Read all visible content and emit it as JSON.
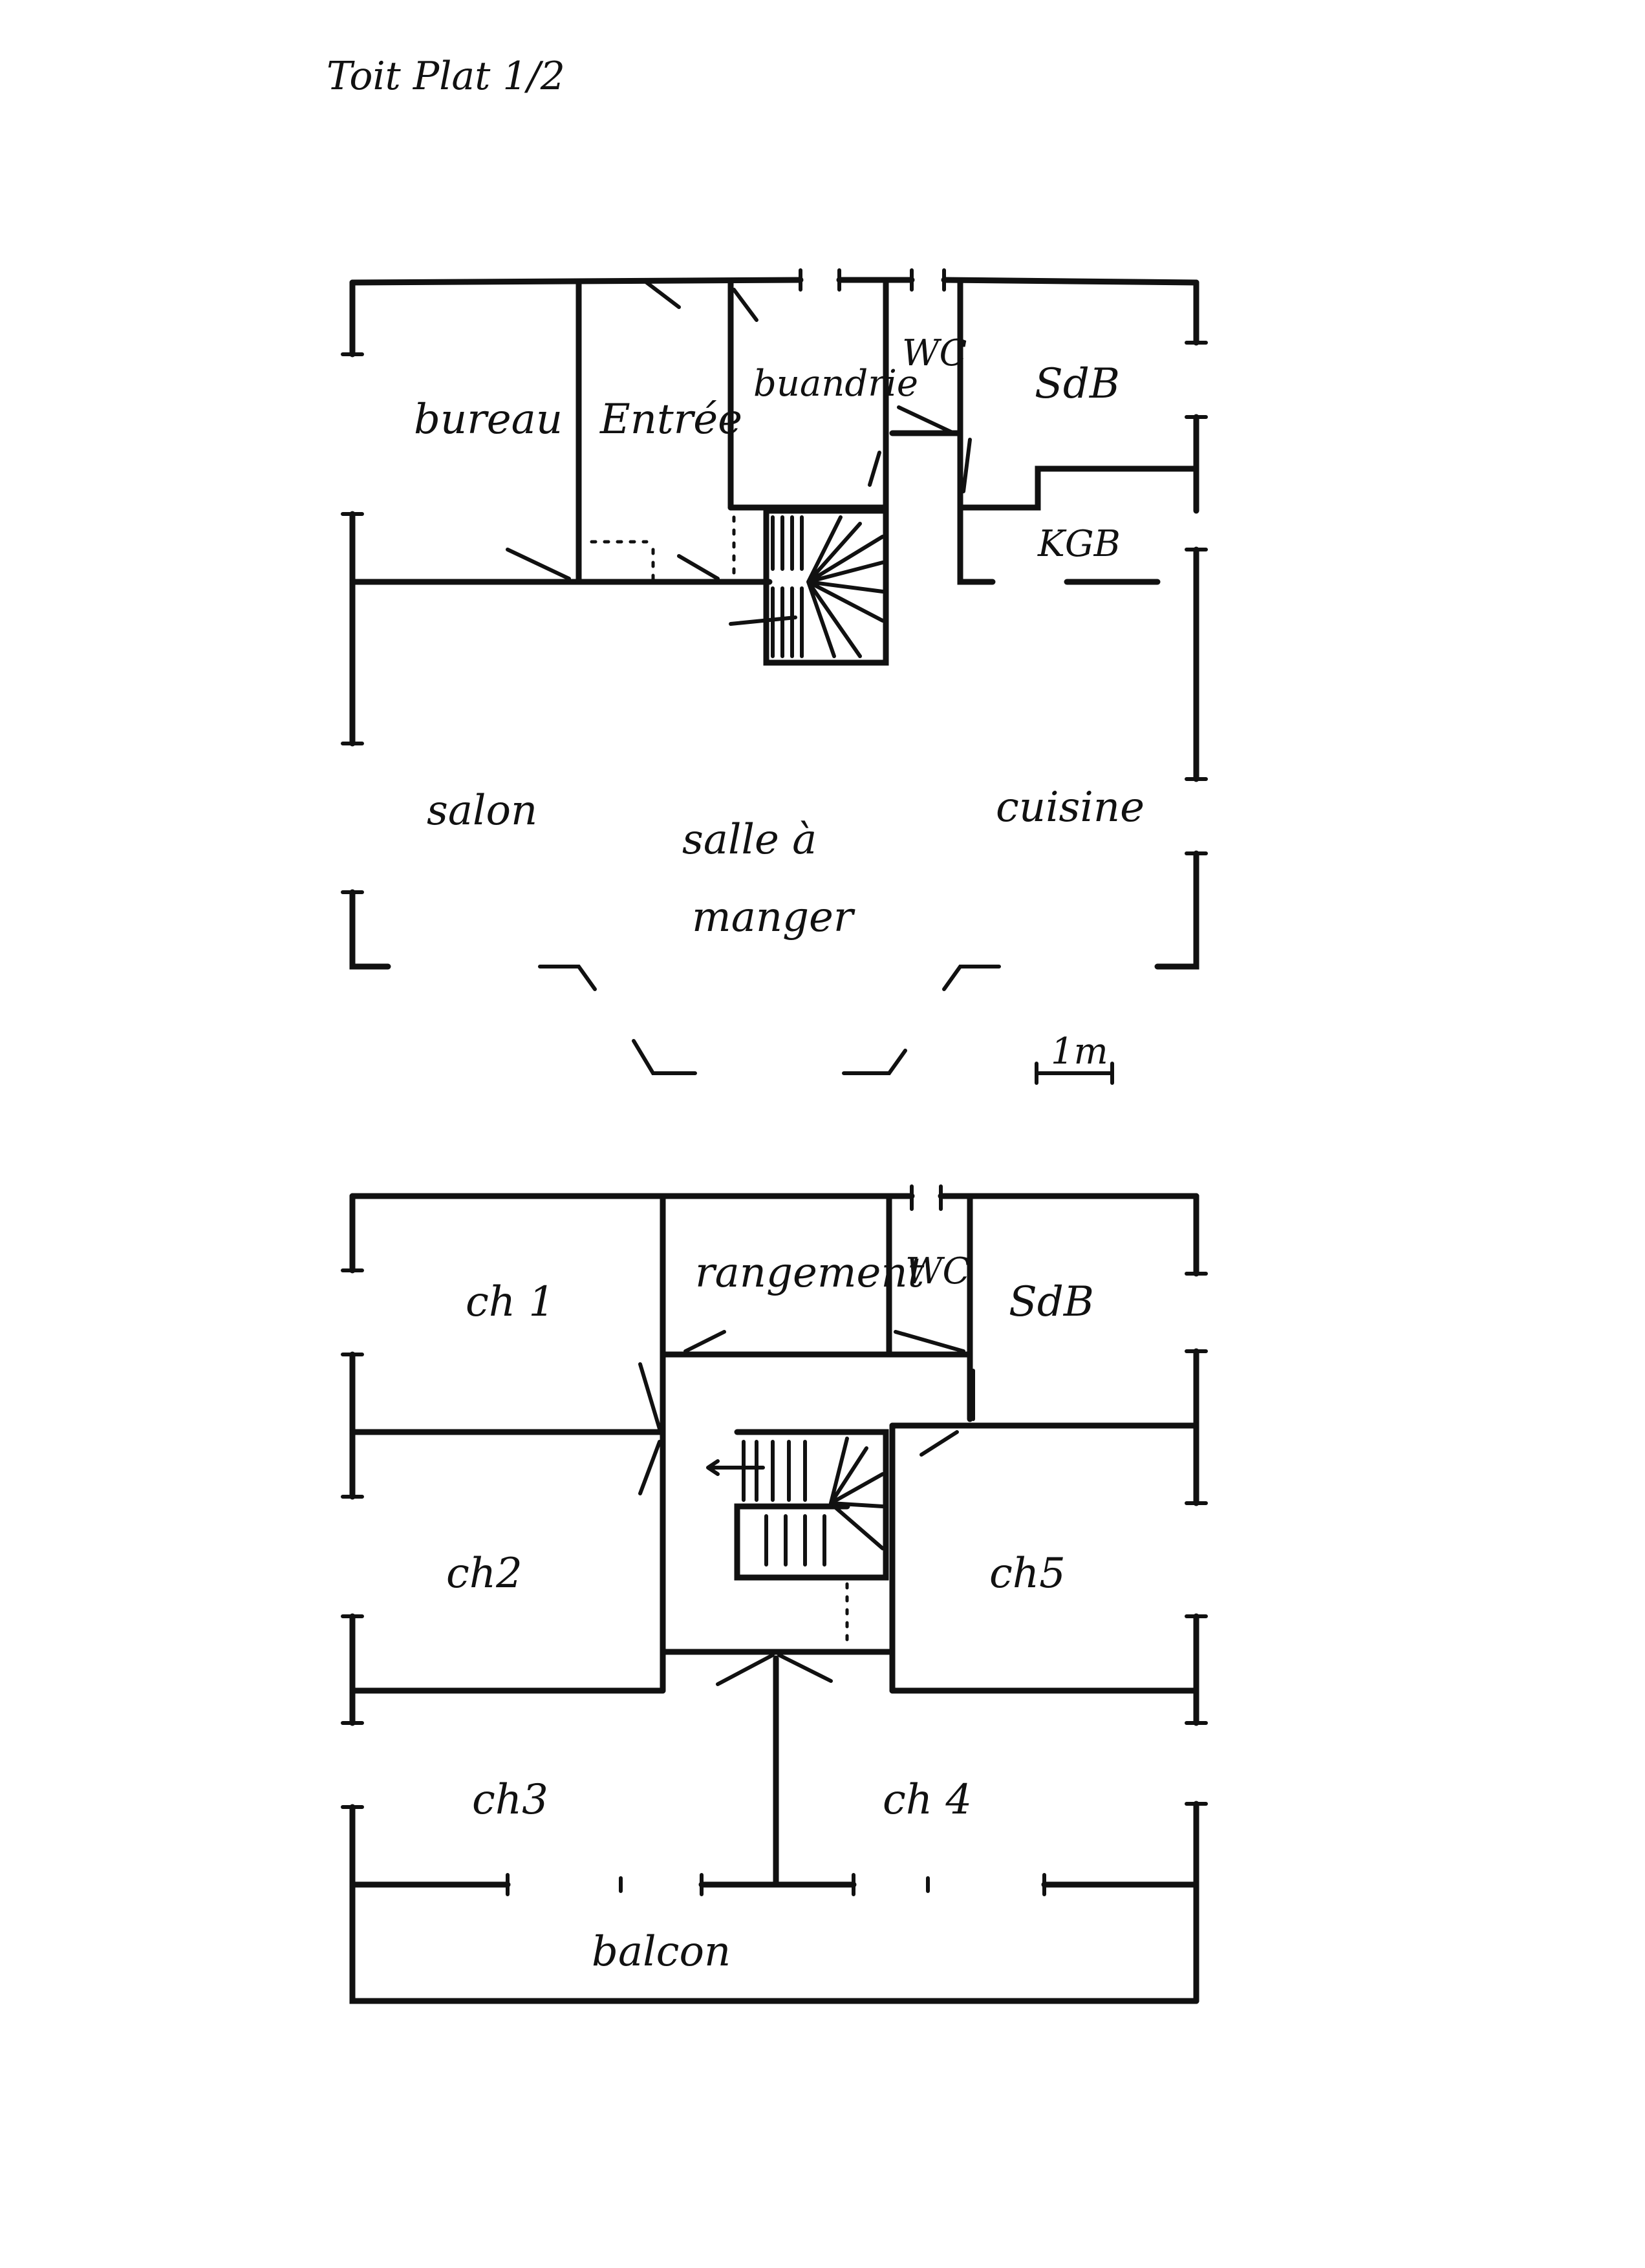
{
  "title": "Toit Plat 1/2",
  "ground_floor": {
    "rooms": {
      "bureau": "bureau",
      "entree": "Entrée",
      "buanderie": "buandrie",
      "wc": "WC",
      "sdb": "SdB",
      "kgb": "KGB",
      "salon": "salon",
      "salle_a_manger_line1": "salle à",
      "salle_a_manger_line2": "manger",
      "cuisine": "cuisine"
    },
    "scale_label": "1m"
  },
  "upper_floor": {
    "rooms": {
      "ch1": "ch 1",
      "rangement": "rangement",
      "wc": "WC",
      "sdb": "SdB",
      "ch2": "ch2",
      "ch5": "ch5",
      "ch3": "ch3",
      "ch4": "ch 4",
      "balcon": "balcon"
    }
  }
}
